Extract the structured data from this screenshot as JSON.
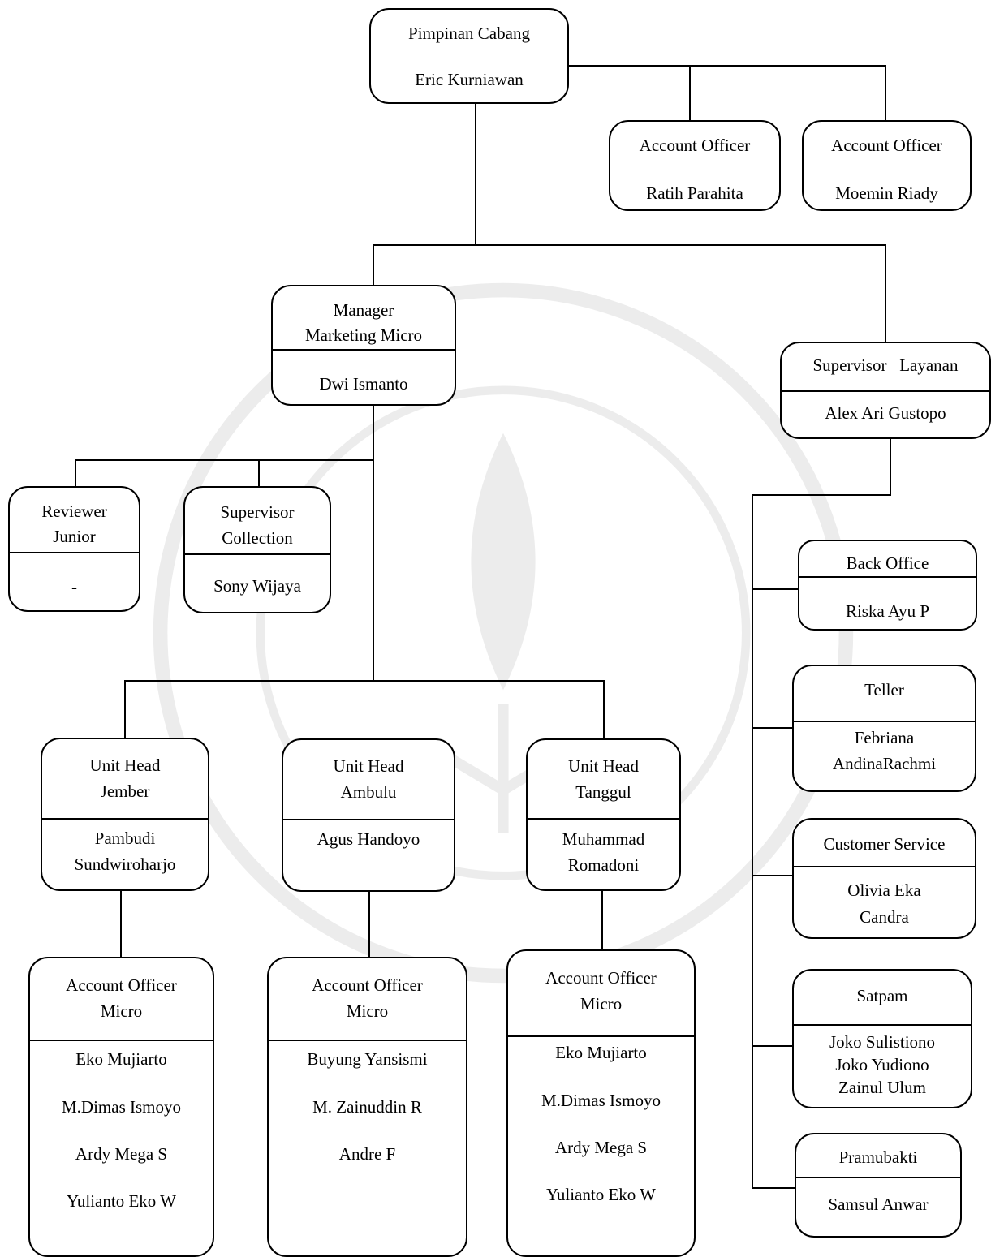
{
  "top": {
    "title": "Pimpinan Cabang",
    "name": "Eric Kurniawan"
  },
  "account_officers": [
    {
      "title": "Account Officer",
      "name": "Ratih Parahita"
    },
    {
      "title": "Account Officer",
      "name": "Moemin Riady"
    }
  ],
  "manager": {
    "title_1": "Manager",
    "title_2": "Marketing Micro",
    "name": "Dwi Ismanto"
  },
  "supervisor_layanan": {
    "title": "Supervisor   Layanan",
    "name": "Alex Ari Gustopo"
  },
  "reviewer": {
    "title_1": "Reviewer",
    "title_2": "Junior",
    "name": "-"
  },
  "supervisor_collection": {
    "title_1": "Supervisor",
    "title_2": "Collection",
    "name": "Sony Wijaya"
  },
  "unit_heads": [
    {
      "title_1": "Unit Head",
      "title_2": "Jember",
      "name_1": "Pambudi",
      "name_2": "Sundwiroharjo"
    },
    {
      "title_1": "Unit Head",
      "title_2": "Ambulu",
      "name_1": "Agus Handoyo",
      "name_2": ""
    },
    {
      "title_1": "Unit Head",
      "title_2": "Tanggul",
      "name_1": "Muhammad",
      "name_2": "Romadoni"
    }
  ],
  "ao_micro": [
    {
      "title_1": "Account Officer",
      "title_2": "Micro",
      "names": [
        "Eko Mujiarto",
        "M.Dimas Ismoyo",
        "Ardy Mega S",
        "Yulianto Eko W"
      ]
    },
    {
      "title_1": "Account Officer",
      "title_2": "Micro",
      "names": [
        "Buyung Yansismi",
        "M. Zainuddin R",
        "Andre F",
        ""
      ]
    },
    {
      "title_1": "Account Officer",
      "title_2": "Micro",
      "names": [
        "Eko Mujiarto",
        "M.Dimas Ismoyo",
        "Ardy Mega S",
        "Yulianto Eko W"
      ]
    }
  ],
  "service_staff": [
    {
      "title": "Back Office",
      "names": [
        "Riska Ayu P"
      ]
    },
    {
      "title": "Teller",
      "names": [
        "Febriana",
        "AndinaRachmi"
      ]
    },
    {
      "title": "Customer Service",
      "names": [
        "Olivia Eka",
        "Candra"
      ]
    },
    {
      "title": "Satpam",
      "names": [
        "Joko Sulistiono",
        "Joko Yudiono",
        "Zainul Ulum"
      ]
    },
    {
      "title": "Pramubakti",
      "names": [
        "Samsul Anwar"
      ]
    }
  ]
}
